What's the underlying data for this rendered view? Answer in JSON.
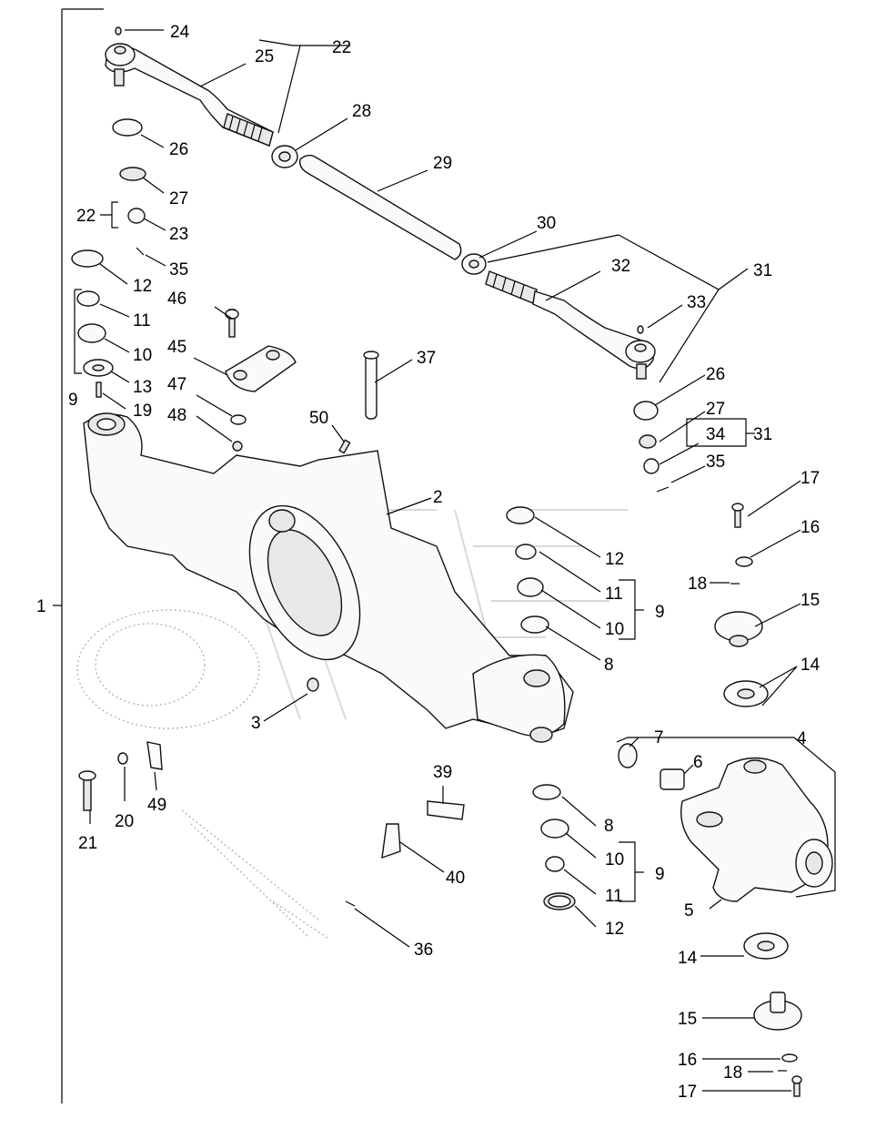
{
  "labels": {
    "l1": "1",
    "l2": "2",
    "l3": "3",
    "l4": "4",
    "l5": "5",
    "l6": "6",
    "l7": "7",
    "l8a": "8",
    "l8b": "8",
    "l9a": "9",
    "l9b": "9",
    "l9c": "9",
    "l10a": "10",
    "l10b": "10",
    "l10c": "10",
    "l11a": "11",
    "l11b": "11",
    "l11c": "11",
    "l12a": "12",
    "l12b": "12",
    "l12c": "12",
    "l13": "13",
    "l14a": "14",
    "l14b": "14",
    "l15a": "15",
    "l15b": "15",
    "l16a": "16",
    "l16b": "16",
    "l17a": "17",
    "l17b": "17",
    "l18a": "18",
    "l18b": "18",
    "l19": "19",
    "l20": "20",
    "l21": "21",
    "l22a": "22",
    "l22b": "22",
    "l23": "23",
    "l24": "24",
    "l25": "25",
    "l26a": "26",
    "l26b": "26",
    "l27a": "27",
    "l27b": "27",
    "l28": "28",
    "l29": "29",
    "l30": "30",
    "l31a": "31",
    "l31b": "31",
    "l32": "32",
    "l33": "33",
    "l34": "34",
    "l35a": "35",
    "l35b": "35",
    "l36": "36",
    "l37": "37",
    "l39": "39",
    "l40": "40",
    "l45": "45",
    "l46": "46",
    "l47": "47",
    "l48": "48",
    "l49": "49",
    "l50": "50"
  }
}
